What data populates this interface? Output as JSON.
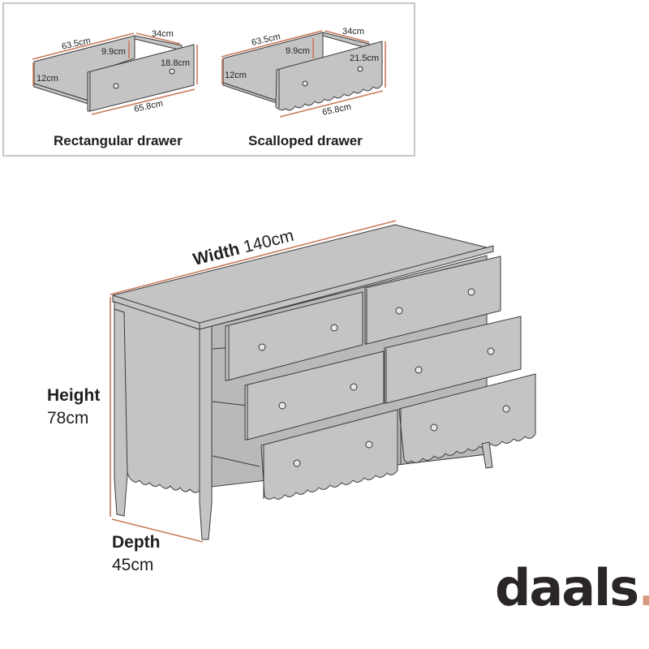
{
  "inset": {
    "rectangular": {
      "caption": "Rectangular drawer",
      "dimensions": {
        "length_back": "63.5cm",
        "depth": "34cm",
        "inner_height": "9.9cm",
        "front_height": "18.8cm",
        "side_height": "12cm",
        "front_width": "65.8cm"
      }
    },
    "scalloped": {
      "caption": "Scalloped drawer",
      "dimensions": {
        "length_back": "63.5cm",
        "depth": "34cm",
        "inner_height": "9.9cm",
        "front_height": "21.5cm",
        "side_height": "12cm",
        "front_width": "65.8cm"
      }
    }
  },
  "main": {
    "width": {
      "label": "Width",
      "value": "140cm"
    },
    "height": {
      "label": "Height",
      "value": "78cm"
    },
    "depth": {
      "label": "Depth",
      "value": "45cm"
    }
  },
  "brand": {
    "name": "daals",
    "dot": "."
  },
  "colors": {
    "furniture_fill": "#c4c4c4",
    "outline": "#3a3a3a",
    "dimension_line": "#c97a5a",
    "brand_accent": "#d49a7f",
    "inset_border": "#c8c8c8"
  }
}
